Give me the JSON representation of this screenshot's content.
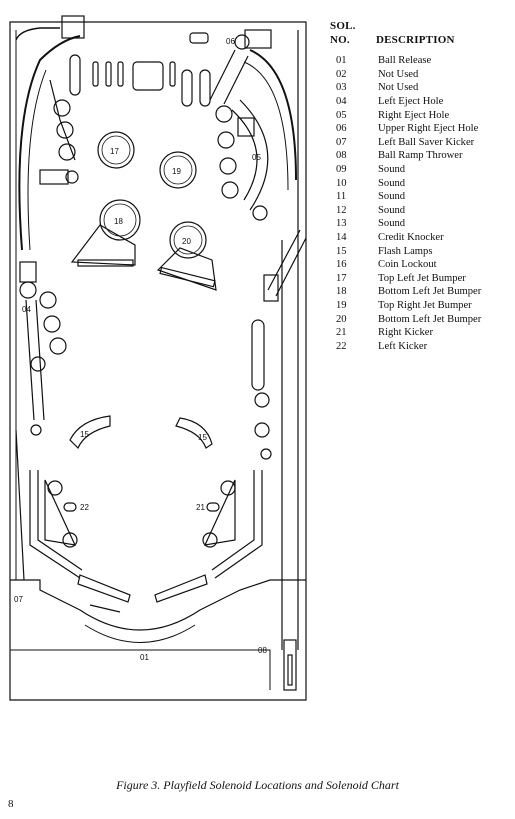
{
  "chart": {
    "header_sol": "SOL.",
    "header_no": "NO.",
    "header_desc": "DESCRIPTION",
    "rows": [
      {
        "no": "01",
        "desc": "Ball Release"
      },
      {
        "no": "02",
        "desc": "Not Used"
      },
      {
        "no": "03",
        "desc": "Not Used"
      },
      {
        "no": "04",
        "desc": "Left Eject Hole"
      },
      {
        "no": "05",
        "desc": "Right Eject Hole"
      },
      {
        "no": "06",
        "desc": "Upper Right Eject Hole"
      },
      {
        "no": "07",
        "desc": "Left Ball Saver Kicker"
      },
      {
        "no": "08",
        "desc": "Ball Ramp Thrower"
      },
      {
        "no": "09",
        "desc": "Sound"
      },
      {
        "no": "10",
        "desc": "Sound"
      },
      {
        "no": "11",
        "desc": "Sound"
      },
      {
        "no": "12",
        "desc": "Sound"
      },
      {
        "no": "13",
        "desc": "Sound"
      },
      {
        "no": "14",
        "desc": "Credit Knocker"
      },
      {
        "no": "15",
        "desc": "Flash Lamps"
      },
      {
        "no": "16",
        "desc": "Coin Lockout"
      },
      {
        "no": "17",
        "desc": "Top Left Jet Bumper"
      },
      {
        "no": "18",
        "desc": "Bottom Left Jet Bumper"
      },
      {
        "no": "19",
        "desc": "Top Right Jet Bumper"
      },
      {
        "no": "20",
        "desc": "Bottom Left Jet Bumper"
      },
      {
        "no": "21",
        "desc": "Right Kicker"
      },
      {
        "no": "22",
        "desc": "Left Kicker"
      }
    ]
  },
  "playfield_labels": {
    "sol01": "01",
    "sol04": "04",
    "sol05": "05",
    "sol06": "06",
    "sol07": "07",
    "sol08": "08",
    "sol15a": "15",
    "sol15b": "15",
    "sol17": "17",
    "sol18": "18",
    "sol19": "19",
    "sol20": "20",
    "sol21": "21",
    "sol22": "22"
  },
  "caption": "Figure 3. Playfield Solenoid Locations and Solenoid Chart",
  "page_number": "8"
}
